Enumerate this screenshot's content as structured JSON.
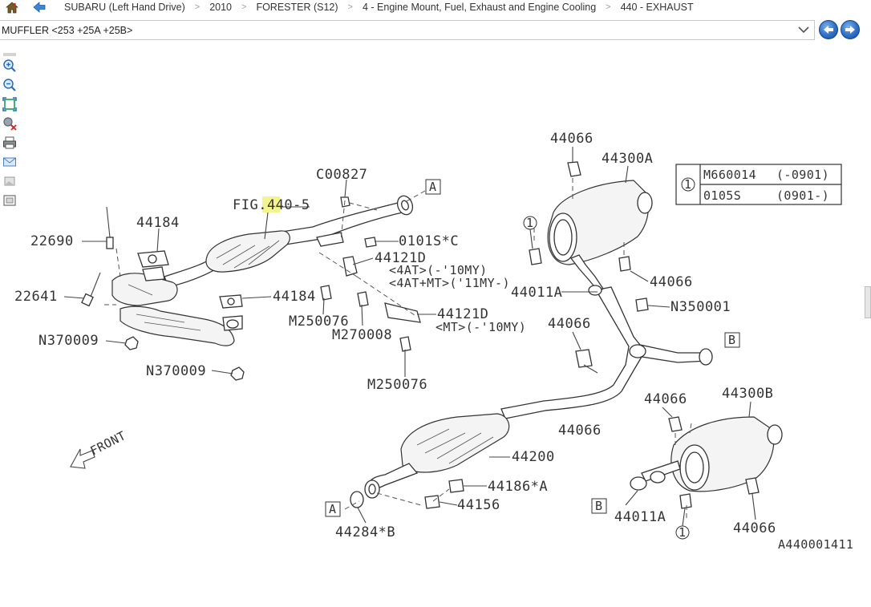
{
  "breadcrumb": {
    "items": [
      "SUBARU (Left Hand Drive)",
      "2010",
      "FORESTER (S12)",
      "4 - Engine Mount, Fuel, Exhaust and Engine Cooling",
      "440 - EXHAUST"
    ],
    "separator": ">"
  },
  "selector": {
    "value": "MUFFLER <253 +25A +25B>"
  },
  "nav": {
    "prev": "previous-arrow-icon",
    "next": "next-arrow-icon"
  },
  "toolbar": [
    "zoom-in-icon",
    "zoom-out-icon",
    "fit-to-screen-icon",
    "clear-search-icon",
    "print-icon",
    "email-icon",
    "image-icon",
    "frame-icon"
  ],
  "diagram": {
    "figure_ref": "FIG.440-5",
    "highlight": "440",
    "drawing_id": "A440001411",
    "front_label": "FRONT",
    "note_table": {
      "marker": "1",
      "rows": [
        {
          "part": "M660014",
          "range": "(-0901)"
        },
        {
          "part": "0105S",
          "range": "(0901-)"
        }
      ]
    },
    "callouts": {
      "c00827": "C00827",
      "c44184a": "44184",
      "c22690": "22690",
      "c22641": "22641",
      "c44184b": "44184",
      "cN370009a": "N370009",
      "cN370009b": "N370009",
      "cM250076a": "M250076",
      "cM270008": "M270008",
      "cM250076b": "M250076",
      "c0101S": "0101S*C",
      "c44121D1": "44121D",
      "c44121D1n1": "<4AT>(-'10MY)",
      "c44121D1n2": "<4AT+MT>('11MY-)",
      "c44121D2": "44121D",
      "c44121D2n": "<MT>(-'10MY)",
      "c44066a": "44066",
      "c44300A": "44300A",
      "c44066b": "44066",
      "c44011Aa": "44011A",
      "cN350001": "N350001",
      "c44066c": "44066",
      "c44066d": "44066",
      "c44066e": "44066",
      "c44300B": "44300B",
      "c44200": "44200",
      "c44186A": "44186*A",
      "c44156": "44156",
      "c44284B": "44284*B",
      "c44011Ab": "44011A",
      "c44066f": "44066",
      "refA1": "A",
      "refA2": "A",
      "refB1": "B",
      "refB2": "B",
      "mark1a": "1",
      "mark1b": "1"
    }
  }
}
